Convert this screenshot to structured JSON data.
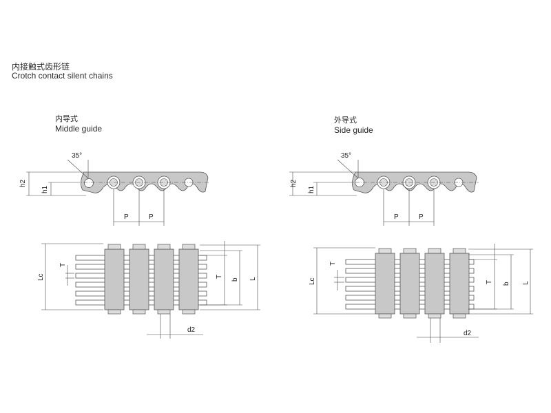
{
  "header": {
    "title_cn": "内接触式齿形链",
    "title_en": "Crotch contact silent chains"
  },
  "views": {
    "middle": {
      "caption_cn": "内导式",
      "caption_en": "Middle guide"
    },
    "side": {
      "caption_cn": "外导式",
      "caption_en": "Side guide"
    }
  },
  "labels": {
    "angle": "35°",
    "h2": "h2",
    "h1": "h1",
    "pitch": "P",
    "lc": "Lc",
    "t": "T",
    "b": "b",
    "l": "L",
    "d2": "d2"
  },
  "colors": {
    "link_fill": "#c8c8c8",
    "link_stroke": "#555555",
    "line": "#333333"
  }
}
